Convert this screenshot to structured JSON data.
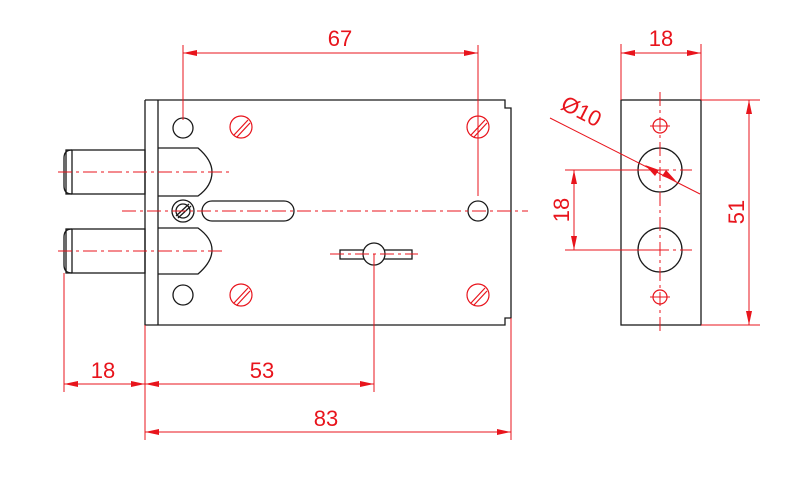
{
  "drawing": {
    "dimensions": {
      "top_width": "67",
      "side_width": "18",
      "diameter": "Ø10",
      "hole_spacing": "18",
      "side_height": "51",
      "bolt_length": "18",
      "keyhole_offset": "53",
      "body_length": "83"
    },
    "colors": {
      "outline": "#1a1a1a",
      "dimension": "#e8141c"
    }
  }
}
